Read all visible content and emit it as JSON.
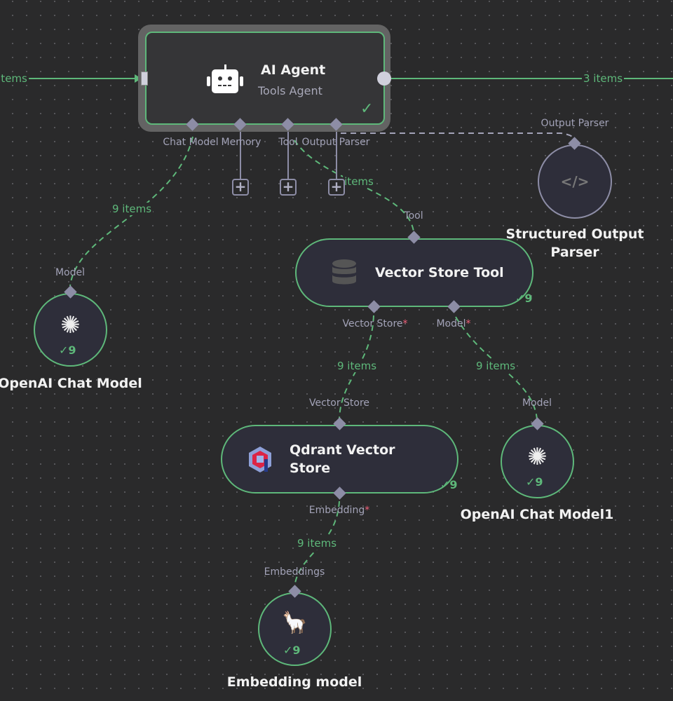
{
  "colors": {
    "success": "#5eb87a",
    "handle": "#8d8da6",
    "node_bg": "#2e2e3a",
    "canvas": "#2a2a2b"
  },
  "edges": {
    "input_label": "items",
    "output_label": "3 items",
    "chat_model": "9 items",
    "tool": "items",
    "vector_store": "9 items",
    "model": "9 items",
    "embedding": "9 items"
  },
  "ai_agent": {
    "title": "AI Agent",
    "subtitle": "Tools Agent",
    "icon": "robot-icon",
    "handles": [
      "Chat Model",
      "Memory",
      "Tool",
      "Output Parser"
    ],
    "add_icon": "plus-icon"
  },
  "structured_output_parser": {
    "title_line1": "Structured Output",
    "title_line2": "Parser",
    "handle": "Output Parser",
    "icon": "code-icon"
  },
  "vector_store_tool": {
    "title": "Vector Store Tool",
    "handle_in": "Tool",
    "handle_vector": "Vector Store",
    "handle_model": "Model",
    "required": "*",
    "count": "9",
    "icon": "database-icon"
  },
  "openai_chat_model": {
    "title": "OpenAI Chat Model",
    "handle": "Model",
    "count": "9",
    "icon": "openai-icon"
  },
  "qdrant": {
    "title_line1": "Qdrant Vector",
    "title_line2": "Store",
    "handle_in": "Vector Store",
    "handle_embedding": "Embedding",
    "required": "*",
    "count": "9",
    "icon": "qdrant-icon"
  },
  "openai_chat_model1": {
    "title": "OpenAI Chat Model1",
    "handle": "Model",
    "count": "9",
    "icon": "openai-icon"
  },
  "embedding_model": {
    "title": "Embedding model",
    "handle": "Embeddings",
    "count": "9",
    "icon": "ollama-icon"
  }
}
